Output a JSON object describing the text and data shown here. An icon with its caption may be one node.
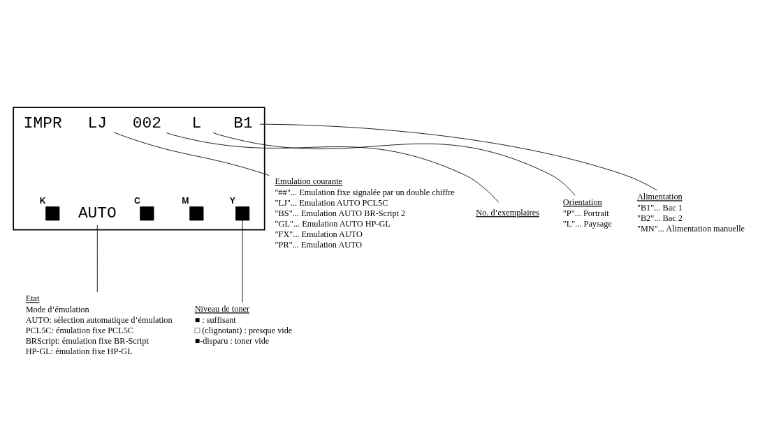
{
  "diagram": {
    "nodes": [
      {
        "text": [],
        "shape": "box"
      },
      {
        "text": [
          "LJ"
        ],
        "in": 0
      },
      {
        "text": [
          "IMPR"
        ],
        "in": 0
      },
      {
        "text": [
          "002"
        ],
        "in": 0
      },
      {
        "text": [
          "L"
        ],
        "in": 0
      },
      {
        "text": [
          "B1"
        ],
        "in": 0
      },
      {
        "text": [
          "AUTO"
        ],
        "in": 0
      },
      {
        "text": [],
        "shape": "box",
        "in": 0,
        "beside": [
          "K"
        ]
      },
      {
        "text": [],
        "shape": "box",
        "in": 0,
        "beside": [
          "C"
        ]
      },
      {
        "text": [],
        "shape": "box",
        "in": 0,
        "beside": [
          "M"
        ]
      },
      {
        "text": [],
        "shape": "box",
        "in": 0,
        "beside": [
          "Y"
        ]
      },
      {
        "text": [
          "Alimentation",
          "\"B1\"... Bac 1",
          "\"B2\"... Bac 2",
          "\"MN\"... Alimentation manuelle"
        ]
      },
      {
        "text": [
          "No. d’exemplaires"
        ]
      },
      {
        "text": [
          "Orientation",
          "\"P\"... Portrait",
          "\"L\"... Paysage"
        ]
      },
      {
        "text": [
          "Niveau de toner",
          "■ : suffisant",
          "□ (clignotant) : presque vide",
          "■-disparu : toner vide"
        ]
      },
      {
        "text": [
          "Emulation courante",
          "\"##\"... Emulation fixe signalée par un double chiffre",
          "\"LJ\"... Emulation AUTO PCL5C",
          "\"BS\"... Emulation AUTO BR-Script 2",
          "\"GL\"... Emulation AUTO HP-GL",
          "\"FX\"... Emulation AUTO",
          "\"PR\"... Emulation AUTO"
        ]
      },
      {
        "text": [
          "Etat",
          "Mode d’émulation",
          "AUTO: sélection automatique d’émulation",
          "PCL5C: émulation fixe PCL5C",
          "BRScript: émulation fixe BR-Script",
          "HP-GL: émulation fixe HP-GL"
        ]
      }
    ],
    "edges": [
      {
        "from": 15,
        "to": 1,
        "arrow": "none"
      },
      {
        "from": 12,
        "to": 3,
        "arrow": "none"
      },
      {
        "from": 13,
        "to": 4,
        "arrow": "none"
      },
      {
        "from": 11,
        "to": 5,
        "arrow": "none"
      },
      {
        "from": 16,
        "to": 6,
        "arrow": "none"
      },
      {
        "from": 14,
        "to": 10,
        "arrow": "none"
      }
    ]
  }
}
